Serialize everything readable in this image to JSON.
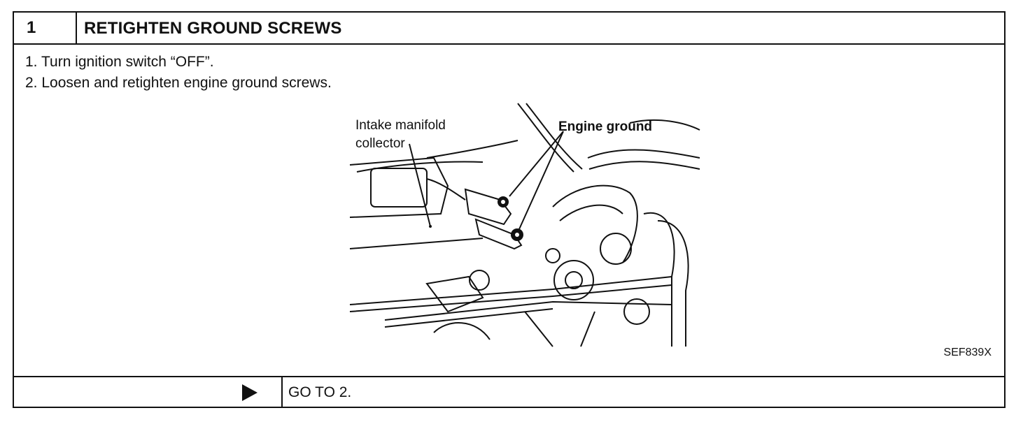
{
  "header": {
    "step_number": "1",
    "title": "RETIGHTEN GROUND SCREWS"
  },
  "steps": [
    "1.  Turn ignition switch “OFF”.",
    "2.  Loosen and retighten engine ground screws."
  ],
  "figure": {
    "label_intake_line1": "Intake manifold",
    "label_intake_line2": "collector",
    "label_engine_ground": "Engine ground",
    "code": "SEF839X"
  },
  "footer": {
    "arrow_icon": "right-triangle-icon",
    "goto": "GO TO 2."
  }
}
